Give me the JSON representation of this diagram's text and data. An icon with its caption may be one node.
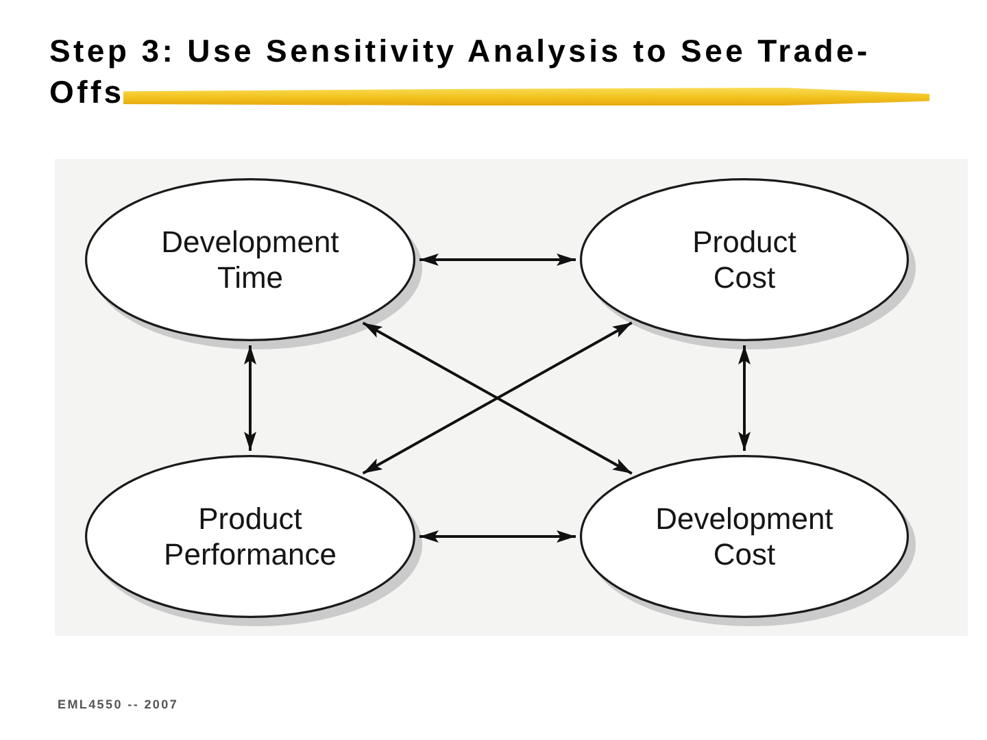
{
  "diagram": {
    "title": "Step 3: Use Sensitivity Analysis to See Trade-Offs",
    "nodes": [
      {
        "text": [
          "Development Time"
        ]
      },
      {
        "text": [
          "Product Cost"
        ]
      },
      {
        "text": [
          "Product Performance"
        ]
      },
      {
        "text": [
          "Development Cost"
        ]
      }
    ],
    "edges": [
      {
        "from": 0,
        "to": 1,
        "arrow": "both"
      },
      {
        "from": 0,
        "to": 2,
        "arrow": "both"
      },
      {
        "from": 0,
        "to": 3,
        "arrow": "both"
      },
      {
        "from": 1,
        "to": 2,
        "arrow": "both"
      },
      {
        "from": 1,
        "to": 3,
        "arrow": "both"
      },
      {
        "from": 2,
        "to": 3,
        "arrow": "both"
      }
    ],
    "labels": [
      "EML4550 -- 2007"
    ]
  }
}
